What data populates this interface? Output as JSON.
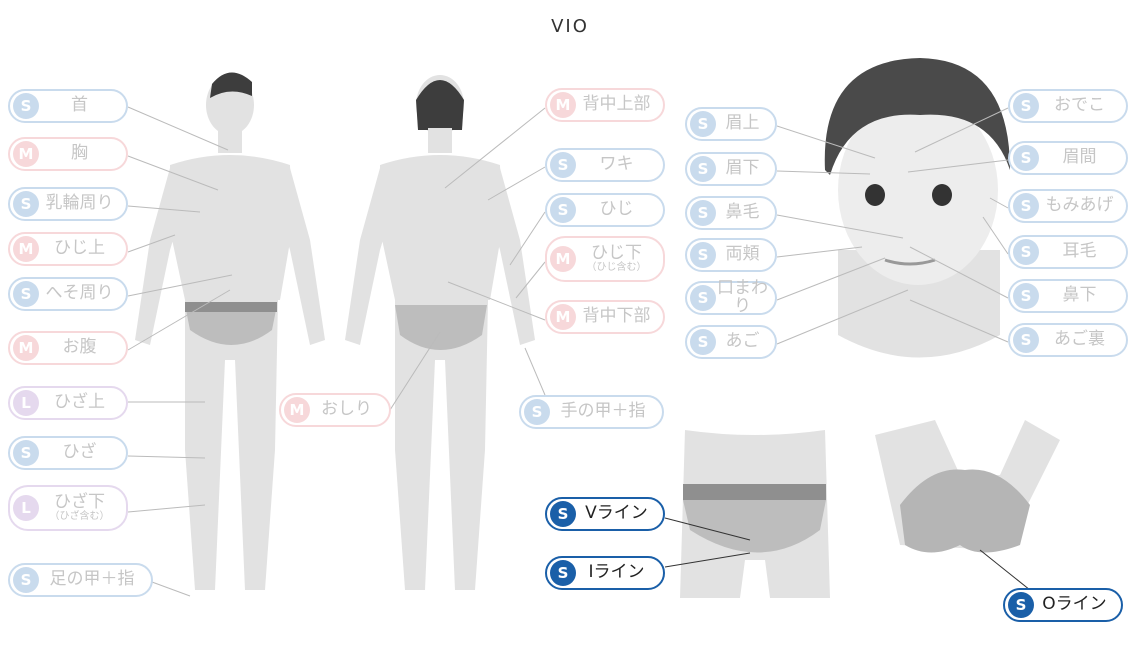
{
  "title": "VIO",
  "colors": {
    "S": "#c9dbed",
    "M": "#f7d8da",
    "L": "#e5d9ee",
    "active": "#1a5fa8"
  },
  "labels": {
    "neck": {
      "badge": "S",
      "text": "首"
    },
    "chest": {
      "badge": "M",
      "text": "胸"
    },
    "areola": {
      "badge": "S",
      "text": "乳輪周り"
    },
    "upper_elbow": {
      "badge": "M",
      "text": "ひじ上"
    },
    "navel": {
      "badge": "S",
      "text": "へそ周り"
    },
    "belly": {
      "badge": "M",
      "text": "お腹"
    },
    "upper_knee": {
      "badge": "L",
      "text": "ひざ上"
    },
    "knee": {
      "badge": "S",
      "text": "ひざ"
    },
    "lower_knee": {
      "badge": "L",
      "text": "ひざ下",
      "sub": "（ひざ含む）"
    },
    "foot": {
      "badge": "S",
      "text": "足の甲＋指"
    },
    "hip": {
      "badge": "M",
      "text": "おしり"
    },
    "upper_back": {
      "badge": "M",
      "text": "背中上部"
    },
    "armpit": {
      "badge": "S",
      "text": "ワキ"
    },
    "elbow": {
      "badge": "S",
      "text": "ひじ"
    },
    "lower_elbow": {
      "badge": "M",
      "text": "ひじ下",
      "sub": "（ひじ含む）"
    },
    "lower_back": {
      "badge": "M",
      "text": "背中下部"
    },
    "hand": {
      "badge": "S",
      "text": "手の甲＋指"
    },
    "above_brow": {
      "badge": "S",
      "text": "眉上"
    },
    "below_brow": {
      "badge": "S",
      "text": "眉下"
    },
    "nose_hair": {
      "badge": "S",
      "text": "鼻毛"
    },
    "cheeks": {
      "badge": "S",
      "text": "両頬"
    },
    "mouth": {
      "badge": "S",
      "text": "口まわり"
    },
    "chin": {
      "badge": "S",
      "text": "あご"
    },
    "forehead": {
      "badge": "S",
      "text": "おでこ"
    },
    "between_brows": {
      "badge": "S",
      "text": "眉間"
    },
    "sideburns": {
      "badge": "S",
      "text": "もみあげ"
    },
    "ear_hair": {
      "badge": "S",
      "text": "耳毛"
    },
    "under_nose": {
      "badge": "S",
      "text": "鼻下"
    },
    "under_chin": {
      "badge": "S",
      "text": "あご裏"
    },
    "v_line": {
      "badge": "S",
      "text": "Vライン"
    },
    "i_line": {
      "badge": "S",
      "text": "Iライン"
    },
    "o_line": {
      "badge": "S",
      "text": "Oライン"
    }
  }
}
